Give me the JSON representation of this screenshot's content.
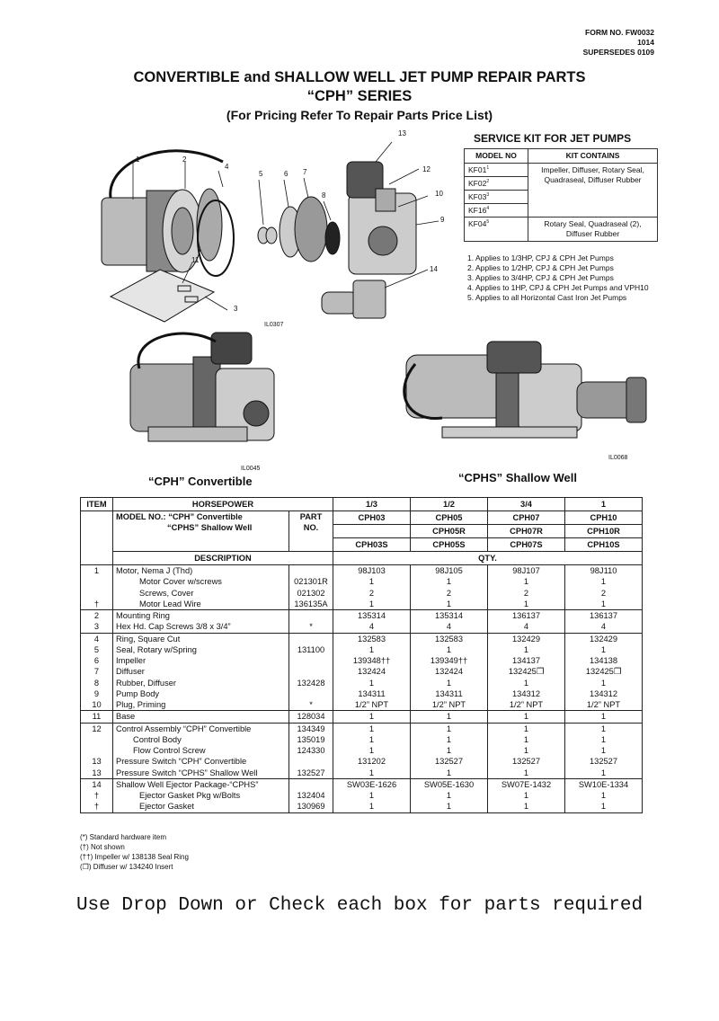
{
  "form": {
    "form_no": "FORM NO. FW0032",
    "code": "1014",
    "supersedes": "SUPERSEDES 0109"
  },
  "title": {
    "line1": "CONVERTIBLE and SHALLOW WELL JET PUMP REPAIR PARTS",
    "line2": "“CPH” SERIES",
    "line3": "(For Pricing Refer To Repair Parts Price List)"
  },
  "service_kit": {
    "heading": "SERVICE KIT FOR JET PUMPS",
    "col_model": "MODEL NO",
    "col_contents": "KIT CONTAINS",
    "rows": [
      {
        "model": "KF01",
        "sup": "1"
      },
      {
        "model": "KF02",
        "sup": "2"
      },
      {
        "model": "KF03",
        "sup": "3"
      },
      {
        "model": "KF16",
        "sup": "4"
      },
      {
        "model": "KF04",
        "sup": "5"
      }
    ],
    "contents_group1": "Impeller, Diffuser, Rotary Seal, Quadraseal, Diffuser Rubber",
    "contents_group2": "Rotary Seal, Quadraseal (2), Diffuser Rubber",
    "notes": [
      "1. Applies to 1/3HP, CPJ & CPH Jet Pumps",
      "2. Applies to 1/2HP, CPJ & CPH Jet Pumps",
      "3. Applies to 3/4HP, CPJ & CPH Jet Pumps",
      "4. Applies to 1HP, CPJ & CPH Jet Pumps and VPH10",
      "5. Applies to all Horizontal Cast Iron Jet Pumps"
    ]
  },
  "diagram": {
    "callouts": [
      "1",
      "2",
      "3",
      "4",
      "5",
      "6",
      "7",
      "8",
      "9",
      "10",
      "11",
      "12",
      "13",
      "14"
    ],
    "code_exploded": "IL0307",
    "code_cph": "IL0045",
    "code_cphs": "IL0068",
    "caption_cph": "“CPH” Convertible",
    "caption_cphs": "“CPHS” Shallow Well"
  },
  "parts_table": {
    "h_item": "ITEM",
    "h_horsepower": "HORSEPOWER",
    "hp": [
      "1/3",
      "1/2",
      "3/4",
      "1"
    ],
    "model_label_1": "MODEL NO.: “CPH” Convertible",
    "model_label_2": "“CPHS” Shallow Well",
    "h_part": "PART",
    "h_no": "NO.",
    "cph_models": [
      "CPH03",
      "CPH05",
      "CPH07",
      "CPH10"
    ],
    "cph_r_models": [
      "",
      "CPH05R",
      "CPH07R",
      "CPH10R"
    ],
    "cphs_models": [
      "CPH03S",
      "CPH05S",
      "CPH07S",
      "CPH10S"
    ],
    "h_description": "DESCRIPTION",
    "h_qty": "QTY.",
    "groups": [
      [
        {
          "item": "1",
          "desc": "Motor, Nema J (Thd)",
          "indent": 0,
          "part": "",
          "q": [
            "98J103",
            "98J105",
            "98J107",
            "98J110"
          ]
        },
        {
          "item": "",
          "desc": "Motor Cover w/screws",
          "indent": 1,
          "part": "021301R",
          "q": [
            "1",
            "1",
            "1",
            "1"
          ]
        },
        {
          "item": "",
          "desc": "Screws, Cover",
          "indent": 1,
          "part": "021302",
          "q": [
            "2",
            "2",
            "2",
            "2"
          ]
        },
        {
          "item": "†",
          "desc": "Motor Lead Wire",
          "indent": 1,
          "part": "136135A",
          "q": [
            "1",
            "1",
            "1",
            "1"
          ]
        }
      ],
      [
        {
          "item": "2",
          "desc": "Mounting Ring",
          "indent": 0,
          "part": "",
          "q": [
            "135314",
            "135314",
            "136137",
            "136137"
          ]
        },
        {
          "item": "3",
          "desc": "Hex Hd. Cap Screws 3/8 x 3/4”",
          "indent": 0,
          "part": "*",
          "q": [
            "4",
            "4",
            "4",
            "4"
          ]
        }
      ],
      [
        {
          "item": "4",
          "desc": "Ring, Square Cut",
          "indent": 0,
          "part": "",
          "q": [
            "132583",
            "132583",
            "132429",
            "132429"
          ]
        },
        {
          "item": "5",
          "desc": "Seal, Rotary w/Spring",
          "indent": 0,
          "part": "131100",
          "q": [
            "1",
            "1",
            "1",
            "1"
          ]
        },
        {
          "item": "6",
          "desc": "Impeller",
          "indent": 0,
          "part": "",
          "q": [
            "139348††",
            "139349††",
            "134137",
            "134138"
          ]
        },
        {
          "item": "7",
          "desc": "Diffuser",
          "indent": 0,
          "part": "",
          "q": [
            "132424",
            "132424",
            "132425❒",
            "132425❒"
          ]
        },
        {
          "item": "8",
          "desc": "Rubber, Diffuser",
          "indent": 0,
          "part": "132428",
          "q": [
            "1",
            "1",
            "1",
            "1"
          ]
        },
        {
          "item": "9",
          "desc": "Pump Body",
          "indent": 0,
          "part": "",
          "q": [
            "134311",
            "134311",
            "134312",
            "134312"
          ]
        },
        {
          "item": "10",
          "desc": "Plug, Priming",
          "indent": 0,
          "part": "*",
          "q": [
            "1/2” NPT",
            "1/2” NPT",
            "1/2” NPT",
            "1/2” NPT"
          ]
        }
      ],
      [
        {
          "item": "11",
          "desc": "Base",
          "indent": 0,
          "part": "128034",
          "q": [
            "1",
            "1",
            "1",
            "1"
          ]
        }
      ],
      [
        {
          "item": "12",
          "desc": "Control Assembly “CPH” Convertible",
          "indent": 0,
          "part": "134349",
          "q": [
            "1",
            "1",
            "1",
            "1"
          ]
        },
        {
          "item": "",
          "desc": "Control Body",
          "indent": 2,
          "part": "135019",
          "q": [
            "1",
            "1",
            "1",
            "1"
          ]
        },
        {
          "item": "",
          "desc": "Flow Control Screw",
          "indent": 2,
          "part": "124330",
          "q": [
            "1",
            "1",
            "1",
            "1"
          ]
        },
        {
          "item": "13",
          "desc": "Pressure Switch “CPH” Convertible",
          "indent": 0,
          "part": "",
          "q": [
            "131202",
            "132527",
            "132527",
            "132527"
          ]
        },
        {
          "item": "13",
          "desc": "Pressure Switch “CPHS” Shallow Well",
          "indent": 0,
          "part": "132527",
          "q": [
            "1",
            "1",
            "1",
            "1"
          ]
        }
      ],
      [
        {
          "item": "14",
          "desc": "Shallow Well Ejector Package-“CPHS”",
          "indent": 0,
          "part": "",
          "q": [
            "SW03E-1626",
            "SW05E-1630",
            "SW07E-1432",
            "SW10E-1334"
          ]
        },
        {
          "item": "†",
          "desc": "Ejector Gasket Pkg w/Bolts",
          "indent": 1,
          "part": "132404",
          "q": [
            "1",
            "1",
            "1",
            "1"
          ]
        },
        {
          "item": "†",
          "desc": "Ejector Gasket",
          "indent": 1,
          "part": "130969",
          "q": [
            "1",
            "1",
            "1",
            "1"
          ]
        }
      ]
    ]
  },
  "legend": [
    "(*)   Standard hardware item",
    "(†)   Not shown",
    "(††) Impeller w/ 138138 Seal Ring",
    "(❒) Diffuser w/ 134240 Insert"
  ],
  "instruction": "Use Drop Down or Check each box for parts required"
}
